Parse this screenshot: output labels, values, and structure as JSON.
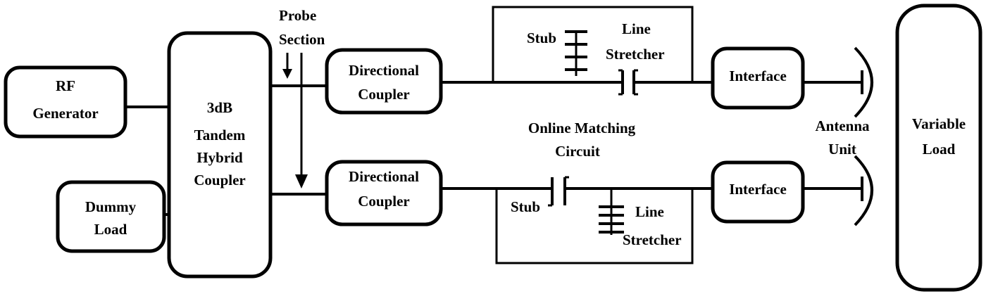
{
  "blocks": {
    "rf_generator": [
      "RF",
      "Generator"
    ],
    "dummy_load": [
      "Dummy",
      "Load"
    ],
    "hybrid_coupler": [
      "3dB",
      "Tandem",
      "Hybrid",
      "Coupler"
    ],
    "directional_coupler_top": [
      "Directional",
      "Coupler"
    ],
    "directional_coupler_bottom": [
      "Directional",
      "Coupler"
    ],
    "interface_top": "Interface",
    "interface_bottom": "Interface",
    "variable_load": [
      "Variable",
      "Load"
    ]
  },
  "labels": {
    "probe_section": [
      "Probe",
      "Section"
    ],
    "stub_top": "Stub",
    "line_stretcher_top": [
      "Line",
      "Stretcher"
    ],
    "stub_bottom": "Stub",
    "line_stretcher_bottom": [
      "Line",
      "Stretcher"
    ],
    "online_matching_circuit": [
      "Online Matching",
      "Circuit"
    ],
    "antenna_unit": [
      "Antenna",
      "Unit"
    ]
  }
}
